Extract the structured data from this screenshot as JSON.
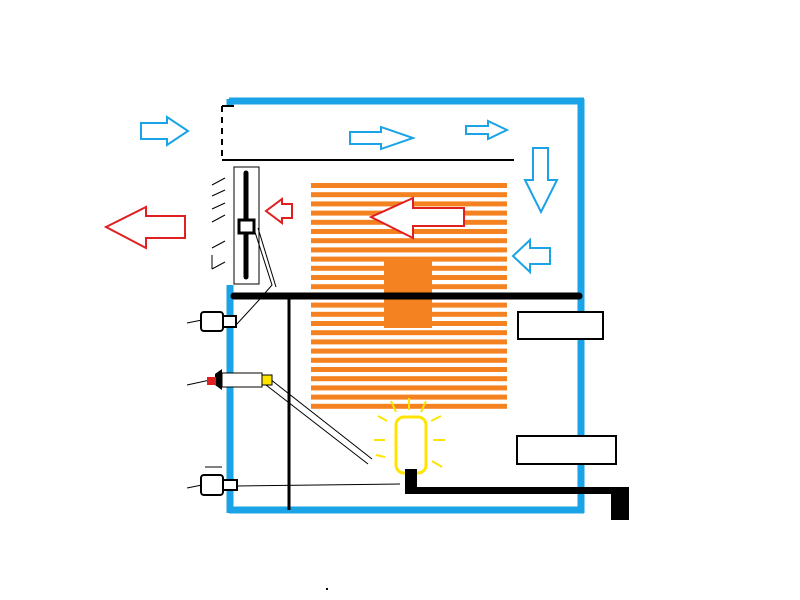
{
  "diagram": {
    "colors": {
      "background": "#ffffff",
      "enclosure": "#1aa3e6",
      "cool_airflow": "#1aa3e6",
      "hot_airflow": "#e02020",
      "heat_fins": "#f58220",
      "light": "#ffe400",
      "wiring": "#000000"
    },
    "elements": [
      {
        "name": "blue-enclosure-wall",
        "icon": "rectangle-outline"
      },
      {
        "name": "air-intake-duct",
        "icon": "duct"
      },
      {
        "name": "exhaust-fan",
        "icon": "fan-icon"
      },
      {
        "name": "heat-exchanger-fins",
        "icon": "fins"
      },
      {
        "name": "heater-core",
        "icon": "block"
      },
      {
        "name": "horizontal-support-rod",
        "icon": "rod"
      },
      {
        "name": "vertical-support-rod",
        "icon": "rod"
      },
      {
        "name": "upper-sensor",
        "icon": "sensor-icon"
      },
      {
        "name": "middle-sensor",
        "icon": "probe-icon"
      },
      {
        "name": "lower-sensor",
        "icon": "sensor-icon"
      },
      {
        "name": "heat-lamp",
        "icon": "lightbulb-icon"
      },
      {
        "name": "upper-panel",
        "icon": "rectangle-outline"
      },
      {
        "name": "lower-panel",
        "icon": "rectangle-outline"
      },
      {
        "name": "drain-pipe",
        "icon": "pipe"
      }
    ],
    "arrows": [
      {
        "name": "inflow-arrow",
        "kind": "cool",
        "direction": "right"
      },
      {
        "name": "duct-flow-arrow-1",
        "kind": "cool",
        "direction": "right"
      },
      {
        "name": "duct-flow-arrow-2",
        "kind": "cool",
        "direction": "right"
      },
      {
        "name": "downflow-arrow",
        "kind": "cool",
        "direction": "down"
      },
      {
        "name": "return-flow-arrow",
        "kind": "cool",
        "direction": "left"
      },
      {
        "name": "hot-exhaust-arrow-inner",
        "kind": "hot",
        "direction": "left"
      },
      {
        "name": "hot-exhaust-arrow-small",
        "kind": "hot",
        "direction": "left"
      },
      {
        "name": "hot-exhaust-arrow-outer",
        "kind": "hot",
        "direction": "left"
      }
    ]
  }
}
